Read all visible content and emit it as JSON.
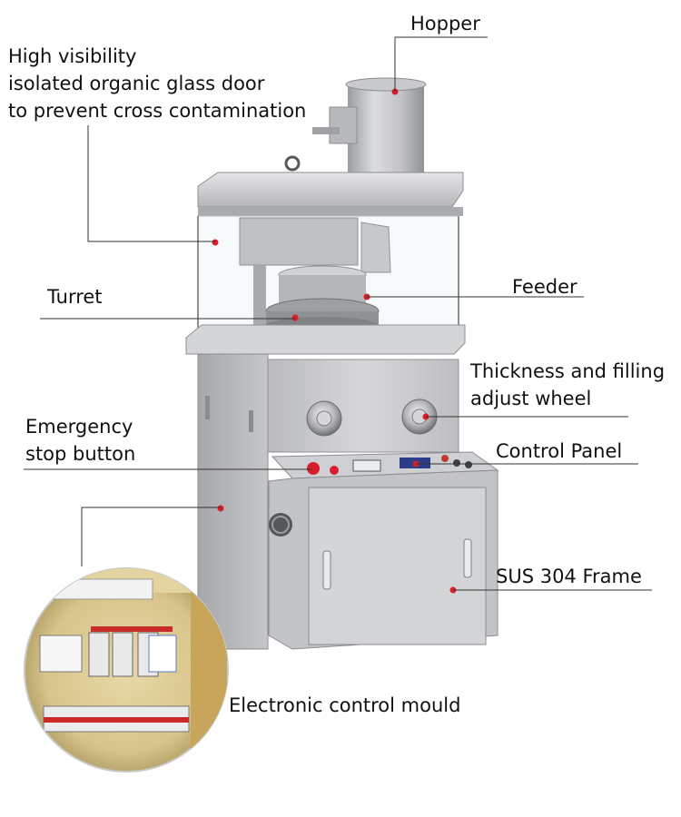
{
  "labels": {
    "hopper": "Hopper",
    "glass_door": {
      "line1": "High visibility",
      "line2": "isolated organic glass door",
      "line3": "to prevent cross contamination"
    },
    "turret": "Turret",
    "feeder": "Feeder",
    "adjust_wheel": {
      "line1": "Thickness and filling",
      "line2": "adjust wheel"
    },
    "emergency_stop": {
      "line1": "Emergency",
      "line2": "stop button"
    },
    "control_panel": "Control Panel",
    "frame": "SUS 304 Frame",
    "electronic_mould": "Electronic control mould"
  },
  "colors": {
    "marker": "#d81e2c",
    "leader_line": "#333333",
    "steel_light": "#d9d9db",
    "steel_mid": "#b7b8bb",
    "steel_dark": "#8e9095"
  },
  "icons": {
    "emergency_button": "red-mushroom-button",
    "display": "lcd-display",
    "vent": "cooling-fan-grille"
  }
}
